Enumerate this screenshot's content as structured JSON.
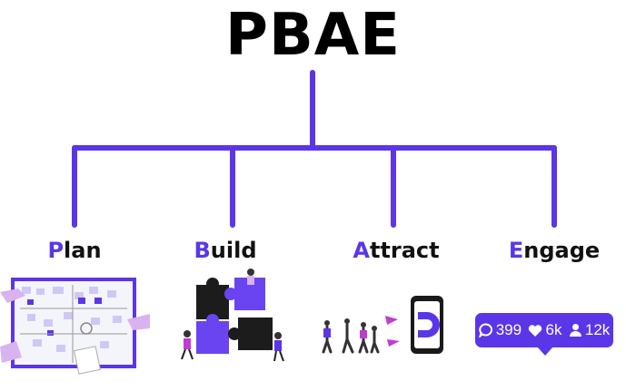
{
  "title": "PBAE",
  "branches": [
    {
      "initial": "P",
      "rest": "lan"
    },
    {
      "initial": "B",
      "rest": "uild"
    },
    {
      "initial": "A",
      "rest": "ttract"
    },
    {
      "initial": "E",
      "rest": "ngage"
    }
  ],
  "engage_stats": {
    "comments": "399",
    "likes": "6k",
    "followers": "12k"
  },
  "colors": {
    "accent": "#5b36e8",
    "text": "#000000"
  },
  "icons": [
    "comment-icon",
    "heart-icon",
    "user-icon"
  ]
}
